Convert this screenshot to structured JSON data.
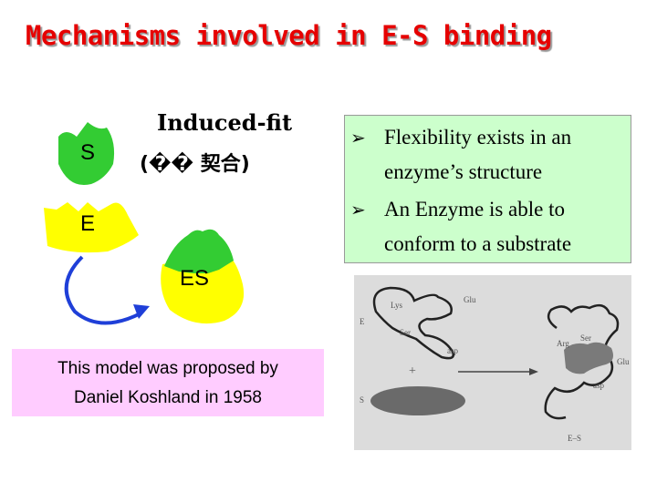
{
  "title": "Mechanisms involved in E-S binding",
  "left": {
    "model_title": "Induced-fit",
    "model_subtitle": "(�� 契合)",
    "labels": {
      "substrate": "S",
      "enzyme": "E",
      "complex": "ES"
    },
    "note_line1": "This model was proposed by",
    "note_line2": "Daniel Koshland in 1958"
  },
  "right": {
    "bullets": [
      "Flexibility exists in an enzyme’s structure",
      "An Enzyme is able to conform to a substrate"
    ],
    "figure_labels": {
      "glu": "Glu",
      "lys": "Lys",
      "ser": "Ser",
      "asp": "asp",
      "e": "E",
      "s": "S",
      "plus": "+",
      "arg": "Arg",
      "es": "E–S"
    }
  },
  "colors": {
    "title": "#e60000",
    "substrate": "#33cc33",
    "enzyme": "#ffff00",
    "arrow": "#1f3fd8",
    "note_bg": "#ffccff",
    "bullet_bg": "#ccffcc"
  },
  "icons": {
    "bullet": "arrowhead-bullet-icon"
  }
}
